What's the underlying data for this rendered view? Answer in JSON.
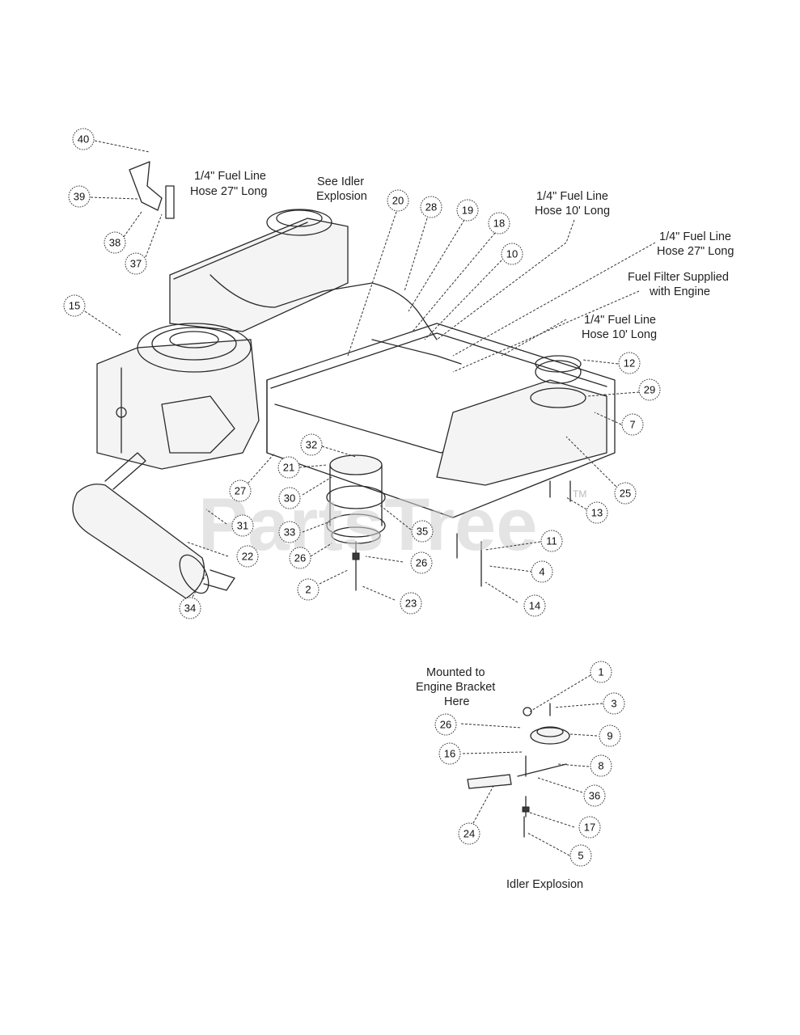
{
  "watermark": {
    "text": "PartsTree",
    "tm": "TM"
  },
  "labels": {
    "fuel_line_27_top_l1": "1/4\" Fuel Line",
    "fuel_line_27_top_l2": "Hose 27\" Long",
    "see_idler_l1": "See Idler",
    "see_idler_l2": "Explosion",
    "fuel_line_10a_l1": "1/4\" Fuel Line",
    "fuel_line_10a_l2": "Hose 10' Long",
    "fuel_line_27_right_l1": "1/4\" Fuel Line",
    "fuel_line_27_right_l2": "Hose 27\" Long",
    "fuel_filter_l1": "Fuel Filter Supplied",
    "fuel_filter_l2": "with Engine",
    "fuel_line_10b_l1": "1/4\" Fuel Line",
    "fuel_line_10b_l2": "Hose 10' Long",
    "mounted_l1": "Mounted to",
    "mounted_l2": "Engine Bracket",
    "mounted_l3": "Here",
    "idler_caption": "Idler Explosion"
  },
  "callouts": [
    "40",
    "39",
    "38",
    "37",
    "15",
    "20",
    "28",
    "19",
    "18",
    "10",
    "12",
    "29",
    "7",
    "25",
    "13",
    "11",
    "4",
    "14",
    "32",
    "21",
    "30",
    "33",
    "26",
    "26",
    "2",
    "23",
    "35",
    "27",
    "31",
    "22",
    "34",
    "1",
    "3",
    "26",
    "9",
    "16",
    "8",
    "36",
    "24",
    "17",
    "5"
  ]
}
